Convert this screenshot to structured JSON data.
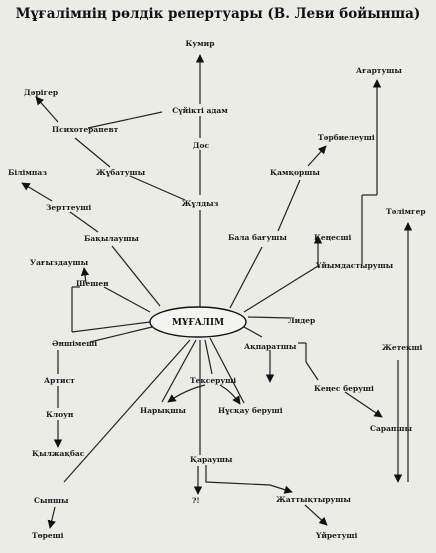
{
  "title": "Мұғалімнің рөлдік репертуары (В. Леви бойынша)",
  "center": "МҰҒАЛІМ",
  "nodes": {
    "kumir": "Кумир",
    "suikti": "Сүйікті адам",
    "dos": "Дос",
    "zhuldyz": "Жұлдыз",
    "derter": "Дәрігер",
    "psychotherapist": "Психотерапевт",
    "zhubatushy": "Жұбатушы",
    "bilimpaz": "Білімпаз",
    "zertteushi": "Зерттеуші",
    "bakylaushy": "Бақылаушы",
    "uagyzdaushy": "Уағыздаушы",
    "shenen": "Шешен",
    "enshimeshi": "Әншімеші",
    "artist": "Артист",
    "kloun": "Клоун",
    "kylzhakbas": "Қылжақбас",
    "synshy": "Сыншы",
    "toreshi": "Төреші",
    "agartushy": "Ағартушы",
    "kamkorshy": "Қамқоршы",
    "tarbieleushi": "Тәрбиелеуші",
    "bala_baguushy": "Бала бағушы",
    "keneshi": "Кеңесші",
    "talimger": "Тәлімгер",
    "uimdastyrushy": "Ұйымдастырушы",
    "lider": "Лидер",
    "akparatshy": "Ақпаратшы",
    "zhetekshi": "Жетекші",
    "kenes_berushi": "Кеңес беруші",
    "sarapshy": "Сарапшы",
    "tekserushi": "Тексеруші",
    "narykshy": "Нарықшы",
    "nuskau_berushi": "Нұсқау беруші",
    "karaushy": "Қараушы",
    "question": "?!",
    "zhattyktyrushy": "Жаттықтырушы",
    "uiretushi": "Үйретуші"
  }
}
